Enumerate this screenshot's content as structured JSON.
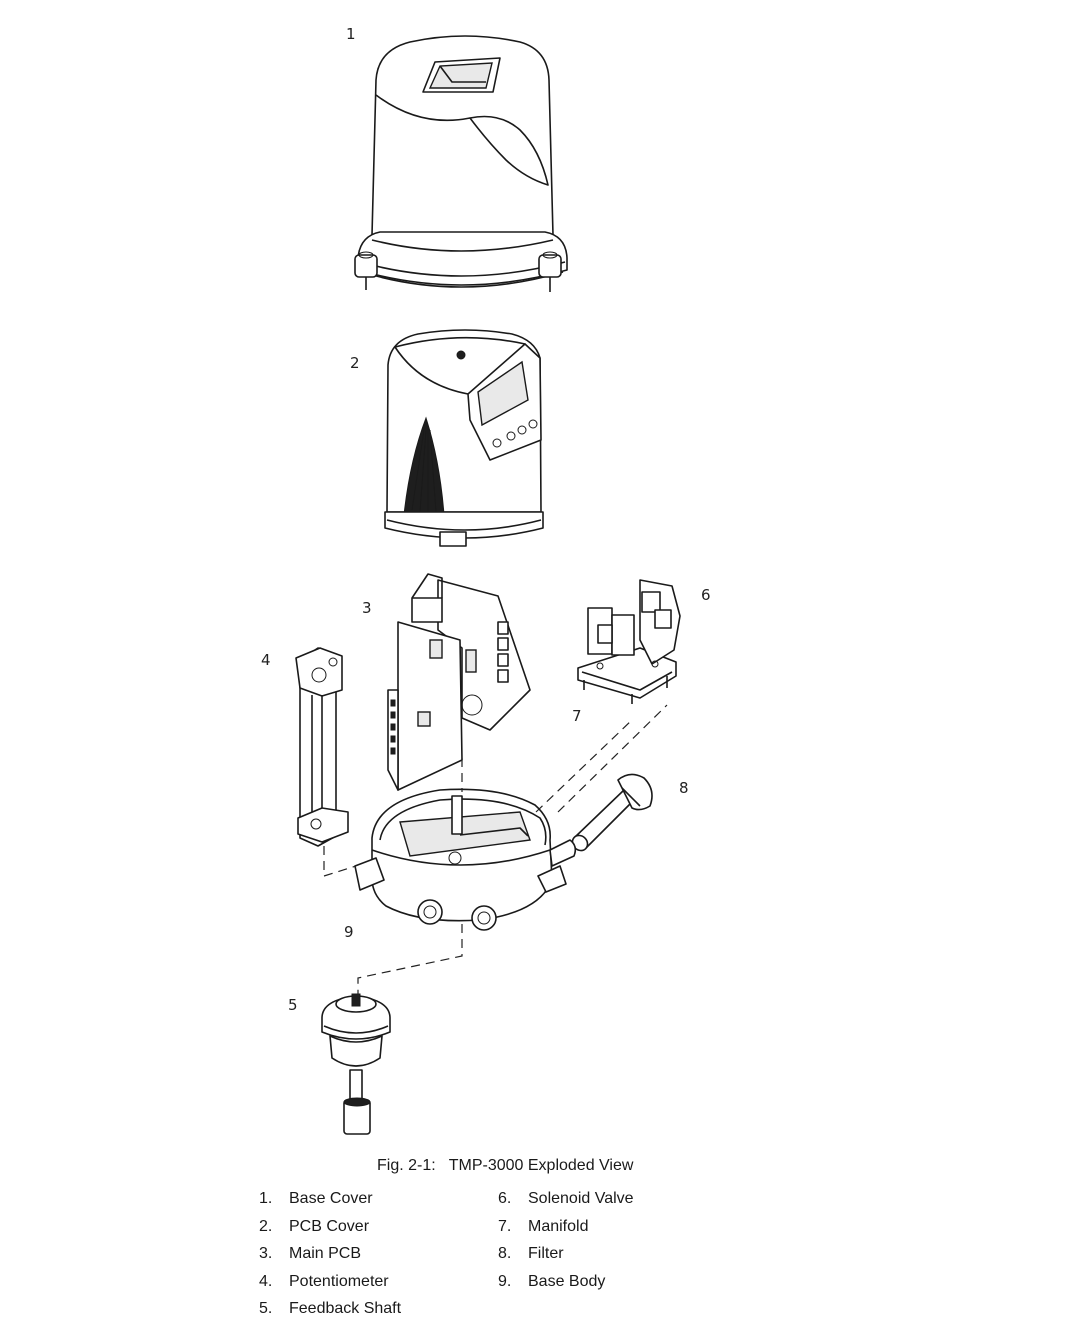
{
  "figure": {
    "caption_number": "Fig. 2-1:",
    "caption_title": "TMP-3000 Exploded View",
    "callouts": [
      "1",
      "2",
      "3",
      "4",
      "5",
      "6",
      "7",
      "8",
      "9"
    ]
  },
  "legend": {
    "left": [
      {
        "num": "1.",
        "label": "Base Cover"
      },
      {
        "num": "2.",
        "label": "PCB Cover"
      },
      {
        "num": "3.",
        "label": "Main PCB"
      },
      {
        "num": "4.",
        "label": "Potentiometer"
      },
      {
        "num": "5.",
        "label": "Feedback Shaft"
      }
    ],
    "right": [
      {
        "num": "6.",
        "label": "Solenoid Valve"
      },
      {
        "num": "7.",
        "label": "Manifold"
      },
      {
        "num": "8.",
        "label": "Filter"
      },
      {
        "num": "9.",
        "label": "Base Body"
      }
    ]
  }
}
